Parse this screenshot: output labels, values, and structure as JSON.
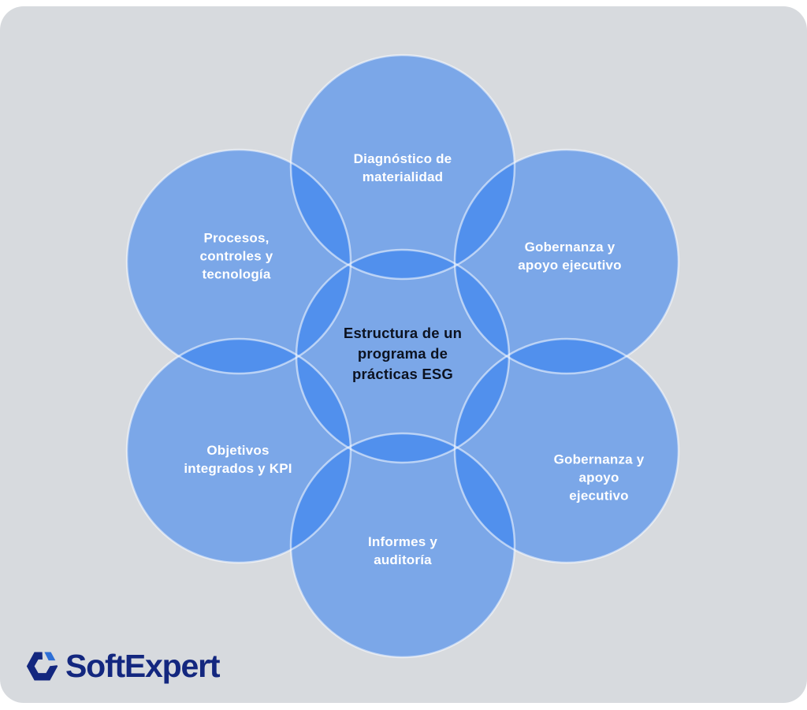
{
  "diagram": {
    "center": {
      "label": "Estructura de un\nprograma de\nprácticas ESG"
    },
    "nodes": [
      {
        "id": "top",
        "label": "Diagnóstico de\nmaterialidad"
      },
      {
        "id": "top-right",
        "label": "Gobernanza y\napoyo ejecutivo"
      },
      {
        "id": "bottom-right",
        "label": "Gobernanza y\napoyo\nejecutivo"
      },
      {
        "id": "bottom",
        "label": "Informes y\nauditoría"
      },
      {
        "id": "bottom-left",
        "label": "Objetivos\nintegrados y KPI"
      },
      {
        "id": "top-left",
        "label": "Procesos,\ncontroles y\ntecnología"
      }
    ]
  },
  "footer": {
    "brand": "SoftExpert"
  },
  "colors": {
    "panel_bg": "#d7dade",
    "circle_fill": "#2f7ef0",
    "label_text": "#ffffff",
    "center_text": "#0c1220",
    "brand_navy": "#13277f",
    "brand_accent": "#2d6fd6"
  }
}
